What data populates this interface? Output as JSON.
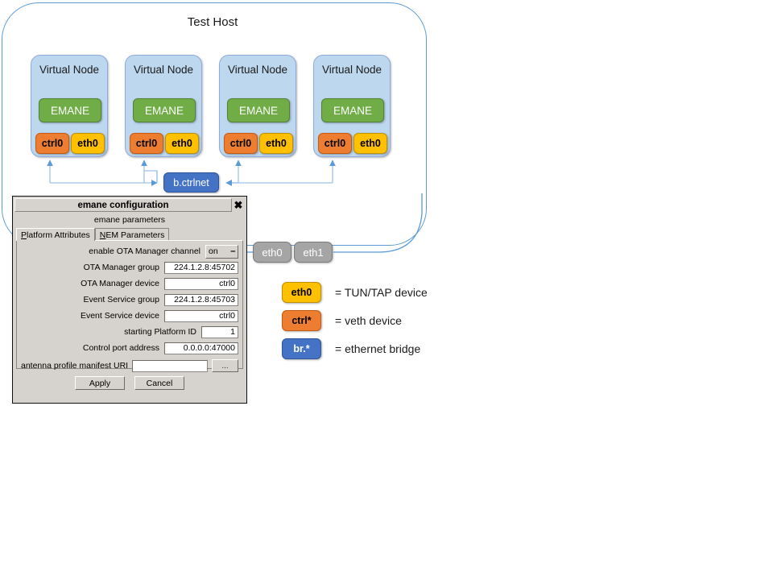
{
  "host": {
    "title": "Test Host",
    "nodes": [
      {
        "title": "Virtual Node",
        "engine": "EMANE",
        "ctrl": "ctrl0",
        "eth": "eth0"
      },
      {
        "title": "Virtual Node",
        "engine": "EMANE",
        "ctrl": "ctrl0",
        "eth": "eth0"
      },
      {
        "title": "Virtual Node",
        "engine": "EMANE",
        "ctrl": "ctrl0",
        "eth": "eth0"
      },
      {
        "title": "Virtual Node",
        "engine": "EMANE",
        "ctrl": "ctrl0",
        "eth": "eth0"
      }
    ],
    "bridge": "b.ctrlnet",
    "host_interfaces": [
      "eth0",
      "eth1"
    ]
  },
  "legend": {
    "items": [
      {
        "swatch": "eth0",
        "text": "= TUN/TAP device"
      },
      {
        "swatch": "ctrl*",
        "text": "= veth device"
      },
      {
        "swatch": "br.*",
        "text": "= ethernet bridge"
      }
    ]
  },
  "dialog": {
    "title": "emane configuration",
    "close_label": "✖",
    "subtitle": "emane parameters",
    "tabs": [
      {
        "mnemonic": "P",
        "rest": "latform Attributes",
        "selected": true
      },
      {
        "mnemonic": "N",
        "rest": "EM Parameters",
        "selected": false
      }
    ],
    "fields": [
      {
        "label": "enable OTA Manager channel",
        "value": "on",
        "type": "select"
      },
      {
        "label": "OTA Manager group",
        "value": "224.1.2.8:45702",
        "type": "text"
      },
      {
        "label": "OTA Manager device",
        "value": "ctrl0",
        "type": "text"
      },
      {
        "label": "Event Service group",
        "value": "224.1.2.8:45703",
        "type": "text"
      },
      {
        "label": "Event Service device",
        "value": "ctrl0",
        "type": "text"
      },
      {
        "label": "starting Platform ID",
        "value": "1",
        "type": "text"
      },
      {
        "label": "Control port address",
        "value": "0.0.0.0:47000",
        "type": "text"
      }
    ],
    "uri_field": {
      "label": "antenna profile manifest URI",
      "value": "",
      "browse_label": "..."
    },
    "buttons": [
      {
        "label": "Apply"
      },
      {
        "label": "Cancel"
      }
    ]
  },
  "colors": {
    "node_fill": "#BDD7EE",
    "engine_fill": "#70AD47",
    "veth_fill": "#ED7D31",
    "tuntap_fill": "#FFC000",
    "bridge_fill": "#4472C4",
    "hostif_fill": "#A5A5A5",
    "outline": "#5B9BD5",
    "wire": "#9DC3E6"
  }
}
